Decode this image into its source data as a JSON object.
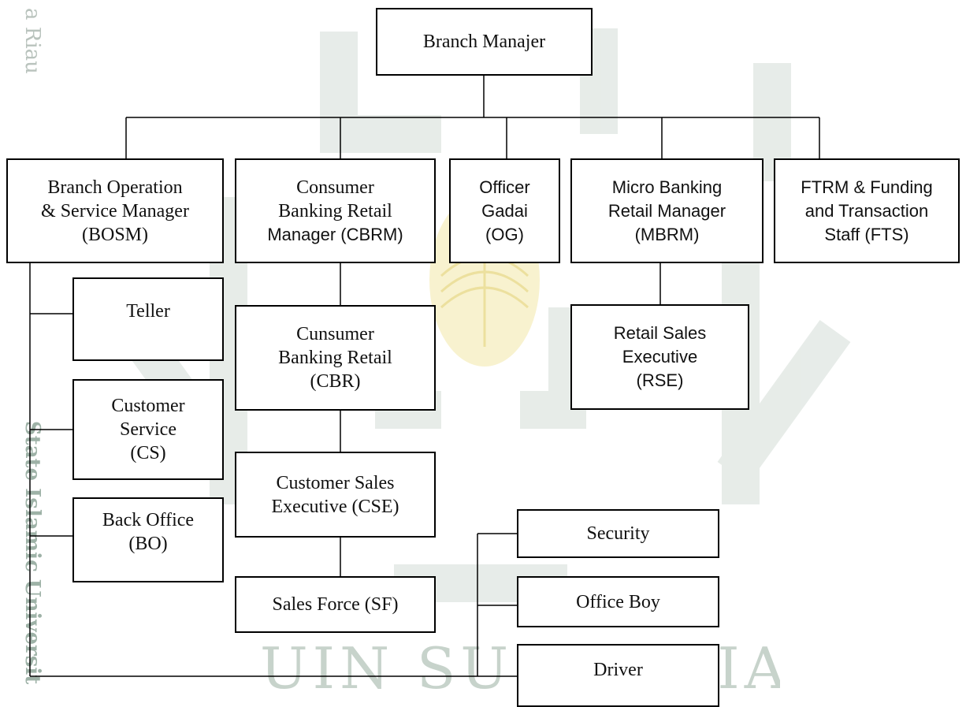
{
  "watermark": {
    "left_faint": "a Riau",
    "left_bold": "State Islamic Universit",
    "bottom": "UIN SUSKA RIAU",
    "color": "#c7d3cb",
    "accent_color": "#f3e7a8"
  },
  "org_chart": {
    "branch_manager": {
      "lines": [
        "Branch Manajer"
      ]
    },
    "bosm": {
      "lines": [
        "Branch Operation",
        "& Service Manager",
        "(BOSM)"
      ]
    },
    "cbrm": {
      "lines": [
        "Consumer",
        "Banking Retail",
        "Manager (CBRM)"
      ]
    },
    "og": {
      "lines": [
        "Officer",
        "Gadai",
        "(OG)"
      ]
    },
    "mbrm": {
      "lines": [
        "Micro Banking",
        "Retail Manager",
        "(MBRM)"
      ]
    },
    "ftrm": {
      "lines": [
        "FTRM & Funding",
        "and Transaction",
        "Staff (FTS)"
      ]
    },
    "teller": {
      "lines": [
        "Teller"
      ]
    },
    "cs": {
      "lines": [
        "Customer",
        "Service",
        "(CS)"
      ]
    },
    "bo": {
      "lines": [
        "Back Office",
        "(BO)"
      ]
    },
    "cbr": {
      "lines": [
        "Cunsumer",
        "Banking Retail",
        "(CBR)"
      ]
    },
    "cse": {
      "lines": [
        "Customer Sales",
        "Executive (CSE)"
      ]
    },
    "sf": {
      "lines": [
        "Sales Force (SF)"
      ]
    },
    "rse": {
      "lines": [
        "Retail Sales",
        "Executive",
        "(RSE)"
      ]
    },
    "security": {
      "lines": [
        "Security"
      ]
    },
    "office_boy": {
      "lines": [
        "Office Boy"
      ]
    },
    "driver": {
      "lines": [
        "Driver"
      ]
    }
  }
}
